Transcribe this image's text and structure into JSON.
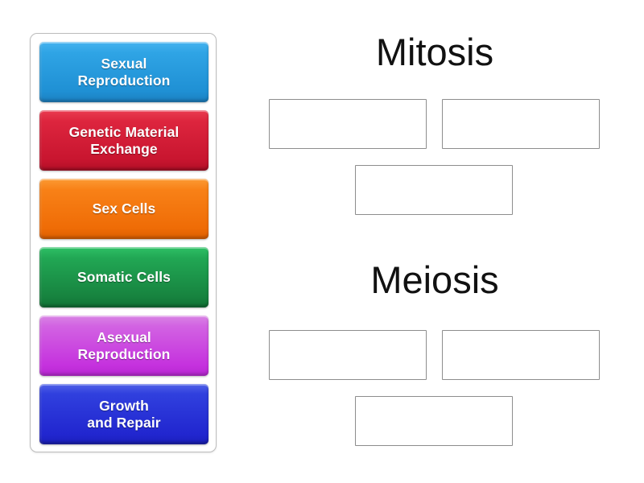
{
  "activity": {
    "type": "drag-and-drop-sorting",
    "background_color": "#ffffff"
  },
  "tray": {
    "tiles": [
      {
        "label": "Sexual\nReproduction",
        "color": "#2fa4e5",
        "color_name": "blue"
      },
      {
        "label": "Genetic Material\nExchange",
        "color": "#dd253e",
        "color_name": "red"
      },
      {
        "label": "Sex Cells",
        "color": "#f88117",
        "color_name": "orange"
      },
      {
        "label": "Somatic Cells",
        "color": "#21a754",
        "color_name": "green"
      },
      {
        "label": "Asexual\nReproduction",
        "color": "#d262e2",
        "color_name": "magenta"
      },
      {
        "label": "Growth\nand Repair",
        "color": "#3040de",
        "color_name": "indigo"
      }
    ]
  },
  "categories": [
    {
      "heading": "Mitosis",
      "dropzones": [
        {
          "value": "",
          "placeholder": ""
        },
        {
          "value": "",
          "placeholder": ""
        },
        {
          "value": "",
          "placeholder": ""
        }
      ]
    },
    {
      "heading": "Meiosis",
      "dropzones": [
        {
          "value": "",
          "placeholder": ""
        },
        {
          "value": "",
          "placeholder": ""
        },
        {
          "value": "",
          "placeholder": ""
        }
      ]
    }
  ]
}
